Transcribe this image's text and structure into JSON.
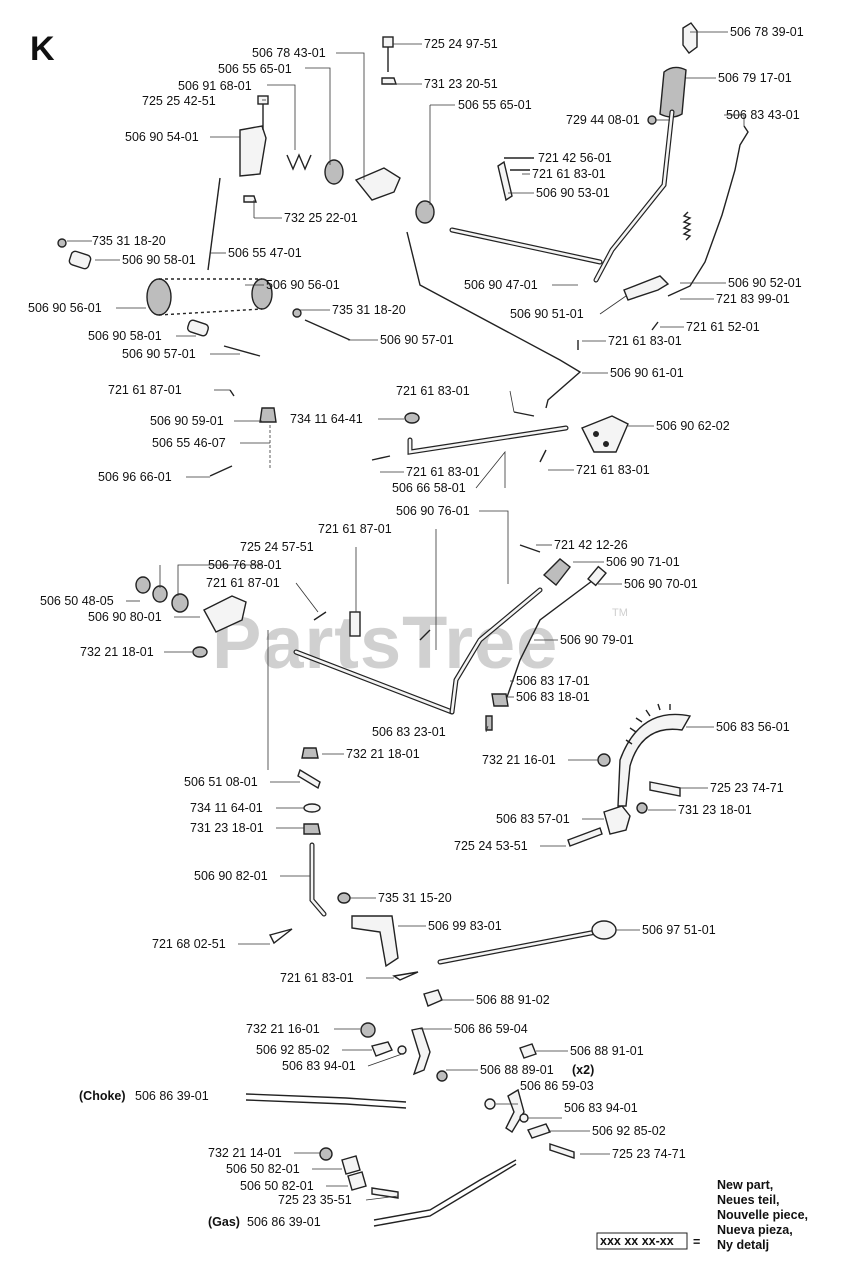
{
  "section_letter": "K",
  "watermark": "PartsTree",
  "watermark_tm": "TM",
  "parts_top": [
    "506 78 39-01",
    "506 79 17-01",
    "729 44 08-01",
    "506 83 43-01",
    "725 24 97-51",
    "731 23 20-51",
    "506 55 65-01",
    "506 78 43-01",
    "506 55 65-01",
    "506 91 68-01",
    "725 25 42-51",
    "506 90 54-01",
    "732 25 22-01",
    "721 42 56-01",
    "721 61 83-01",
    "506 90 53-01",
    "735 31 18-20",
    "506 90 58-01",
    "506 55 47-01",
    "506 90 56-01",
    "506 90 56-01",
    "735 31 18-20",
    "506 90 58-01",
    "506 90 57-01",
    "506 90 57-01",
    "506 90 47-01",
    "506 90 52-01",
    "721 83 99-01",
    "506 90 51-01",
    "721 61 52-01",
    "721 61 83-01",
    "506 90 61-01",
    "721 61 87-01",
    "506 90 59-01",
    "506 55 46-07",
    "506 96 66-01",
    "734 11 64-41",
    "721 61 83-01",
    "506 90 62-02",
    "721 61 83-01",
    "506 66 58-01",
    "721 61 83-01"
  ],
  "parts_middle": [
    "506 90 76-01",
    "721 61 87-01",
    "725 24 57-51",
    "506 76 88-01",
    "721 61 87-01",
    "506 50 48-05",
    "506 90 80-01",
    "732 21 18-01",
    "721 42 12-26",
    "506 90 71-01",
    "506 90 70-01",
    "506 90 79-01",
    "506 83 17-01",
    "506 83 18-01",
    "506 83 23-01",
    "506 83 56-01",
    "732 21 16-01",
    "725 23 74-71",
    "732 21 18-01",
    "506 51 08-01",
    "734 11 64-01",
    "731 23 18-01",
    "506 83 57-01",
    "731 23 18-01",
    "725 24 53-51",
    "506 90 82-01",
    "735 31 15-20",
    "506 99 83-01",
    "721 68 02-51",
    "506 97 51-01",
    "721 61 83-01"
  ],
  "parts_bottom": [
    "506 88 91-02",
    "732 21 16-01",
    "506 86 59-04",
    "506 92 85-02",
    "506 83 94-01",
    "506 88 91-01",
    "506 88 89-01",
    "(x2)",
    "(Choke)",
    "506 86 39-01",
    "506 86 59-03",
    "506 83 94-01",
    "506 92 85-02",
    "725 23 74-71",
    "732 21 14-01",
    "506 50 82-01",
    "506 50 82-01",
    "725 23 35-51",
    "(Gas)",
    "506 86 39-01"
  ],
  "legend": {
    "placeholder_code": "xxx xx xx-xx",
    "equals": "=",
    "lines": [
      "New part,",
      "Neues teil,",
      "Nouvelle piece,",
      "Nueva pieza,",
      "Ny detalj"
    ]
  },
  "colors": {
    "line": "#222222",
    "part_fill": "#f4f4f4",
    "shade": "#bdbdbd",
    "watermark": "#d0d0d0"
  }
}
